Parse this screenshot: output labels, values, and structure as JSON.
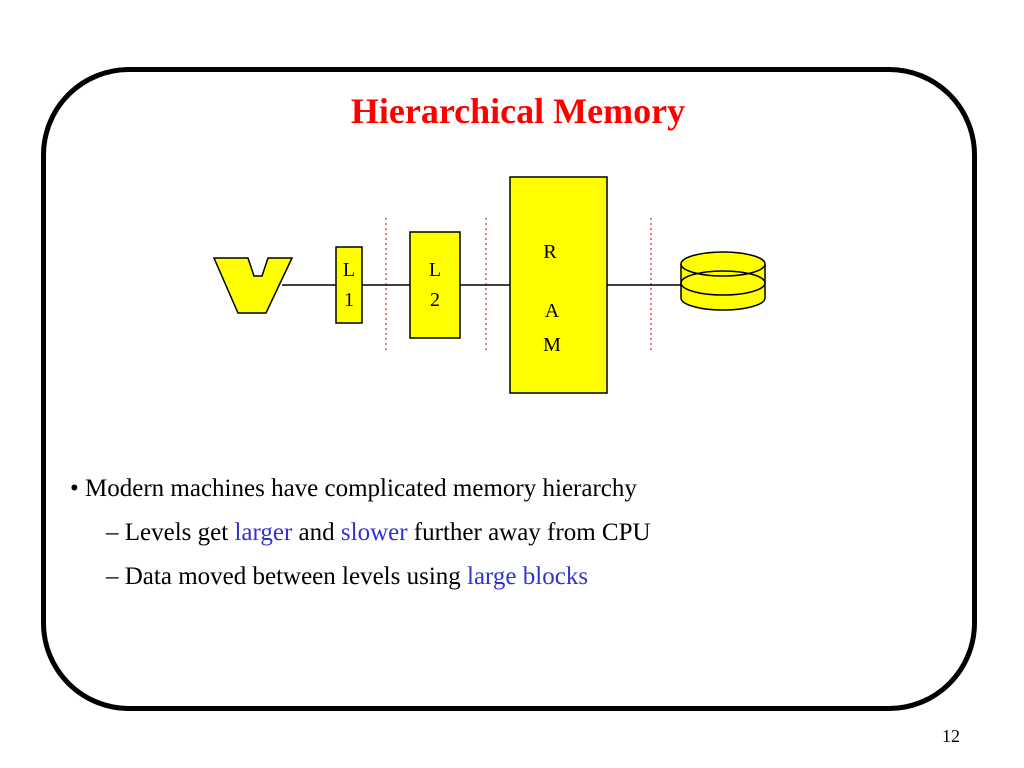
{
  "slide": {
    "title": "Hierarchical Memory",
    "page_number": "12"
  },
  "diagram": {
    "cpu": {
      "icon": "cpu-v-shape-icon"
    },
    "l1": {
      "line1": "L",
      "line2": "1"
    },
    "l2": {
      "line1": "L",
      "line2": "2"
    },
    "ram": {
      "line1": "R",
      "line2": "A",
      "line3": "M"
    },
    "disk": {
      "icon": "disk-cylinder-icon"
    },
    "colors": {
      "box_fill": "#ffff00",
      "separator": "#cc0000"
    }
  },
  "bullets": {
    "b1": {
      "marker": "•",
      "text": "Modern machines have complicated memory hierarchy"
    },
    "b2": {
      "marker": "–",
      "pre": "Levels get ",
      "hl1": "larger",
      "mid": " and ",
      "hl2": "slower",
      "post": " further away from CPU"
    },
    "b3": {
      "marker": "–",
      "pre": "Data moved between levels using ",
      "hl1": "large blocks"
    },
    "highlight_color": "#3333cc"
  }
}
